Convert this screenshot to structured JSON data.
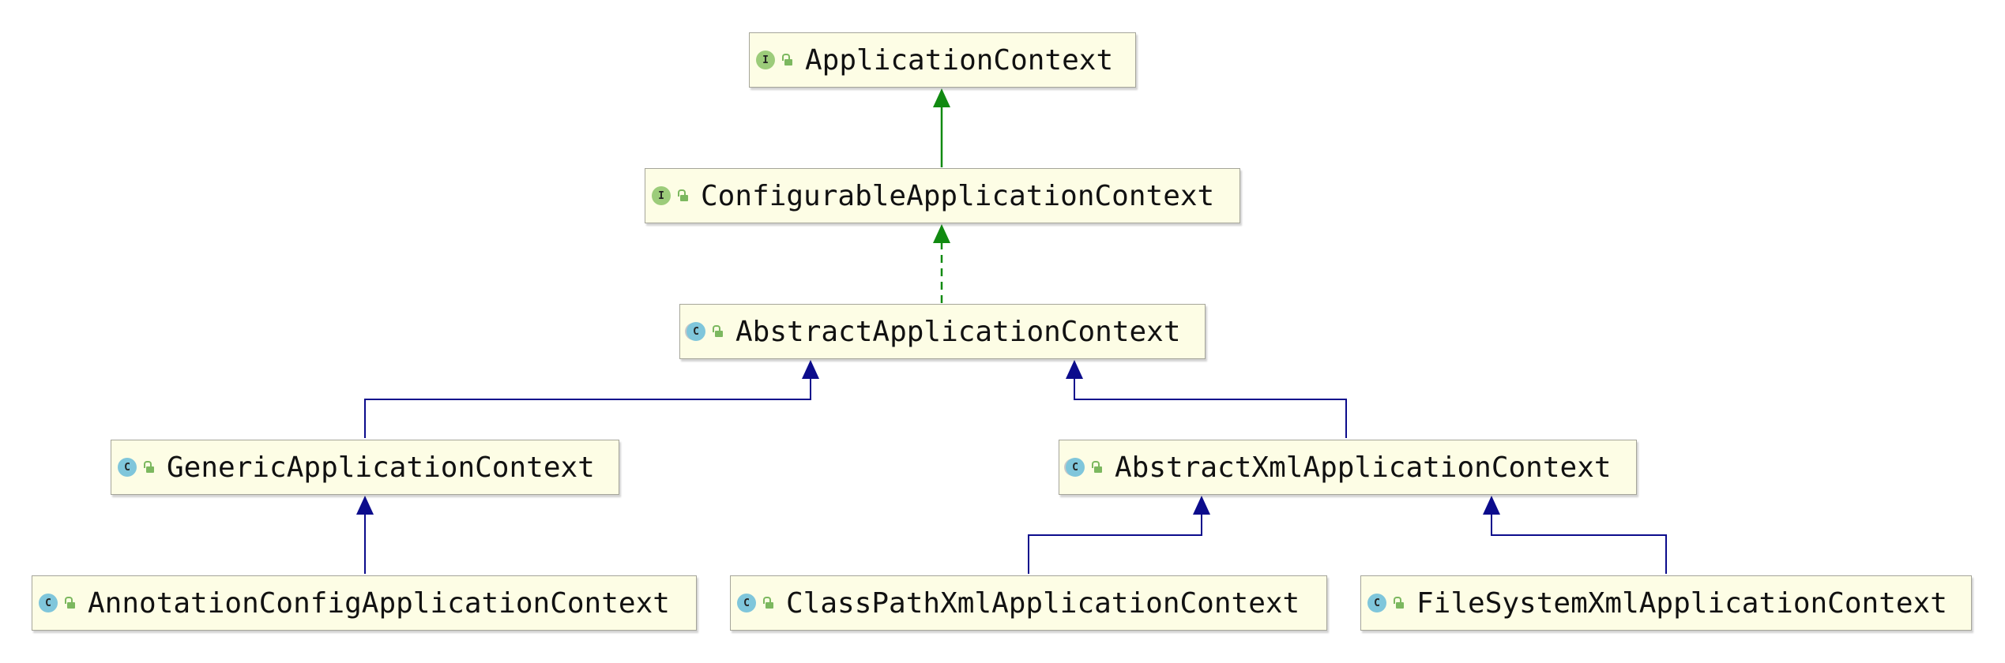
{
  "diagram": {
    "nodes": [
      {
        "id": "n-applicationcontext",
        "label": "ApplicationContext",
        "kind": "interface",
        "kind_glyph": "I",
        "icon": "interface-icon"
      },
      {
        "id": "n-configurableapplicationcontext",
        "label": "ConfigurableApplicationContext",
        "kind": "interface",
        "kind_glyph": "I",
        "icon": "interface-icon"
      },
      {
        "id": "n-abstractapplicationcontext",
        "label": "AbstractApplicationContext",
        "kind": "abstract",
        "kind_glyph": "C",
        "icon": "abstract-class-icon"
      },
      {
        "id": "n-genericapplicationcontext",
        "label": "GenericApplicationContext",
        "kind": "class",
        "kind_glyph": "C",
        "icon": "class-icon"
      },
      {
        "id": "n-abstractxmlapplicationcontext",
        "label": "AbstractXmlApplicationContext",
        "kind": "abstract",
        "kind_glyph": "C",
        "icon": "abstract-class-icon"
      },
      {
        "id": "n-annotationconfigapplicationcontext",
        "label": "AnnotationConfigApplicationContext",
        "kind": "class",
        "kind_glyph": "C",
        "icon": "class-icon"
      },
      {
        "id": "n-classpathxmlapplicationcontext",
        "label": "ClassPathXmlApplicationContext",
        "kind": "class",
        "kind_glyph": "C",
        "icon": "class-icon"
      },
      {
        "id": "n-filesystemxmlapplicationcontext",
        "label": "FileSystemXmlApplicationContext",
        "kind": "class",
        "kind_glyph": "C",
        "icon": "class-icon"
      }
    ],
    "edges": [
      {
        "from": "ConfigurableApplicationContext",
        "to": "ApplicationContext",
        "relation": "extends-interface",
        "style": "solid",
        "color": "#118a11"
      },
      {
        "from": "AbstractApplicationContext",
        "to": "ConfigurableApplicationContext",
        "relation": "implements",
        "style": "dashed",
        "color": "#118a11"
      },
      {
        "from": "GenericApplicationContext",
        "to": "AbstractApplicationContext",
        "relation": "extends",
        "style": "solid",
        "color": "#0c0c8c"
      },
      {
        "from": "AbstractXmlApplicationContext",
        "to": "AbstractApplicationContext",
        "relation": "extends",
        "style": "solid",
        "color": "#0c0c8c"
      },
      {
        "from": "AnnotationConfigApplicationContext",
        "to": "GenericApplicationContext",
        "relation": "extends",
        "style": "solid",
        "color": "#0c0c8c"
      },
      {
        "from": "ClassPathXmlApplicationContext",
        "to": "AbstractXmlApplicationContext",
        "relation": "extends",
        "style": "solid",
        "color": "#0c0c8c"
      },
      {
        "from": "FileSystemXmlApplicationContext",
        "to": "AbstractXmlApplicationContext",
        "relation": "extends",
        "style": "solid",
        "color": "#0c0c8c"
      }
    ],
    "colors": {
      "node_fill": "#fdfde5",
      "node_border": "#a5a59a",
      "interface_icon": "#9ccc7a",
      "class_icon": "#7fc6db",
      "access_icon": "#7cb85f",
      "implements_arrow": "#118a11",
      "extends_arrow": "#0c0c8c"
    }
  }
}
